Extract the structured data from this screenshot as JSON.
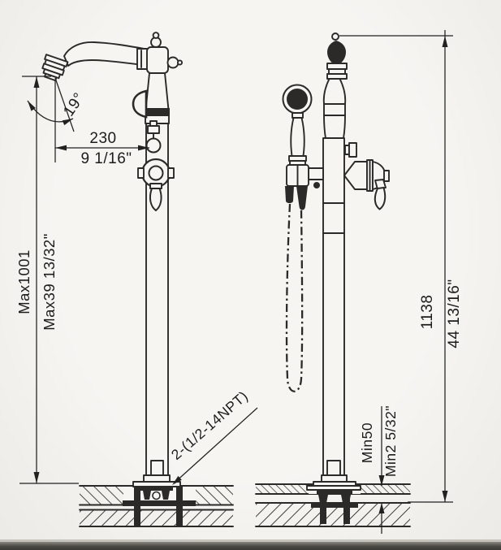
{
  "colors": {
    "paper": "#f4f3f0",
    "ink": "#2b2a28",
    "text": "#1c1c1c",
    "scan_bar": "#4a4843"
  },
  "dimensions": {
    "spout_reach": {
      "mm": "230",
      "inch": "9 1/16\""
    },
    "spout_angle": {
      "deg": "19°"
    },
    "spout_height_max": {
      "mm": "Max1001",
      "inch": "Max39 13/32\""
    },
    "overall_height": {
      "mm": "1138",
      "inch": "44 13/16\""
    },
    "floor_embed_min": {
      "mm": "Min50",
      "inch": "Min2 5/32\""
    },
    "inlet_thread": {
      "label": "2-(1/2-14NPT)"
    }
  }
}
